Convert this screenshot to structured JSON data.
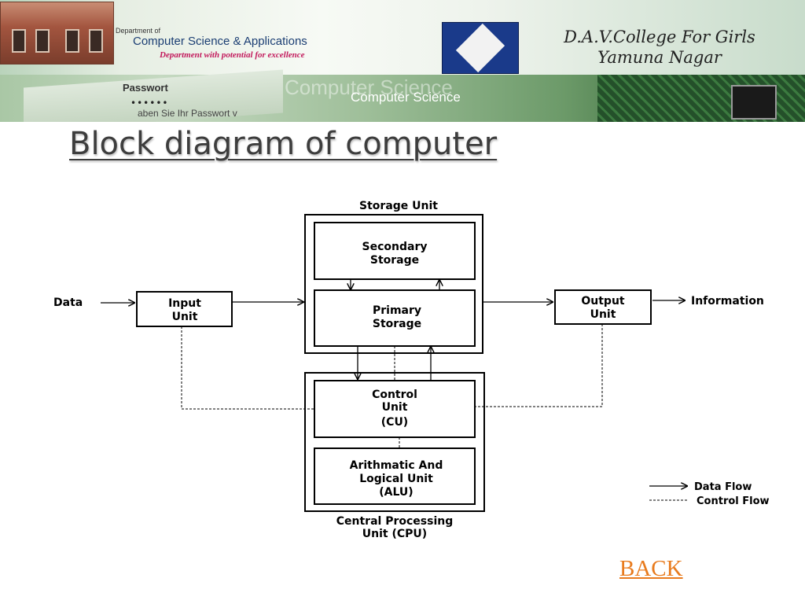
{
  "header": {
    "dept_of": "Department of",
    "dept_name": "Computer Science & Applications",
    "dept_tagline": "Department with potential for excellence",
    "college_name_line1": "D.A.V.College For Girls",
    "college_name_line2": "Yamuna Nagar",
    "banner_passwort": "Passwort",
    "banner_dots": "••••••",
    "banner_hint": "aben Sie Ihr Passwort v",
    "banner_ghost_text": "Computer Science",
    "banner_text": "Computer Science"
  },
  "title": "Block diagram of computer",
  "diagram": {
    "storage_unit_label": "Storage Unit",
    "secondary_storage": [
      "Secondary",
      "Storage"
    ],
    "primary_storage": [
      "Primary",
      "Storage"
    ],
    "input_unit": [
      "Input",
      "Unit"
    ],
    "output_unit": [
      "Output",
      "Unit"
    ],
    "control_unit": [
      "Control",
      "Unit",
      "(CU)"
    ],
    "alu": [
      "Arithmatic And",
      "Logical Unit",
      "(ALU)"
    ],
    "cpu_label": [
      "Central Processing",
      "Unit (CPU)"
    ],
    "data_label": "Data",
    "information_label": "Information",
    "legend": {
      "data_flow": "Data Flow",
      "control_flow": "Control Flow"
    }
  },
  "back_link": "BACK",
  "colors": {
    "link": "#e87b1e",
    "title": "#3d3d3d",
    "dept_name": "#1b3e73",
    "tagline": "#c2185b"
  }
}
